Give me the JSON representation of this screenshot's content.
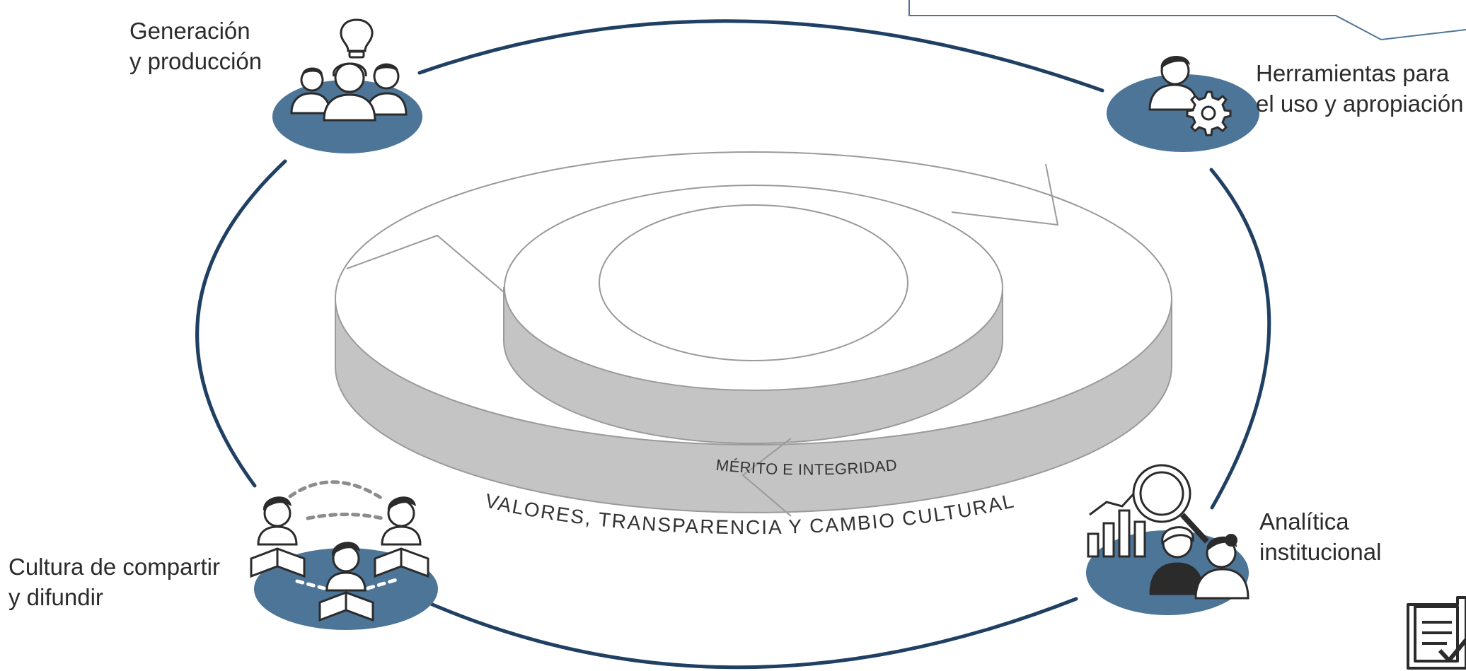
{
  "ring_texts": {
    "inner": "MÉRITO E INTEGRIDAD",
    "outer": "VALORES, TRANSPARENCIA Y CAMBIO CULTURAL"
  },
  "nodes": {
    "generacion": {
      "line1": "Generación",
      "line2": "y producción",
      "icon": "people-lightbulb-icon"
    },
    "herramientas": {
      "line1": "Herramientas para",
      "line2": "el uso y apropiación",
      "icon": "person-gear-icon"
    },
    "cultura": {
      "line1": "Cultura de compartir",
      "line2": "y difundir",
      "icon": "people-sharing-books-icon"
    },
    "analitica": {
      "line1": "Analítica",
      "line2": "institucional",
      "icon": "analytics-magnifier-icon"
    }
  },
  "corner_icon": "document-check-icon",
  "colors": {
    "accent_blue": "#4d7597",
    "cycle_line": "#1f3f63",
    "ring_side": "#c4c4c4",
    "ring_outline": "#9a9a9a",
    "text": "#2b2b2b"
  }
}
